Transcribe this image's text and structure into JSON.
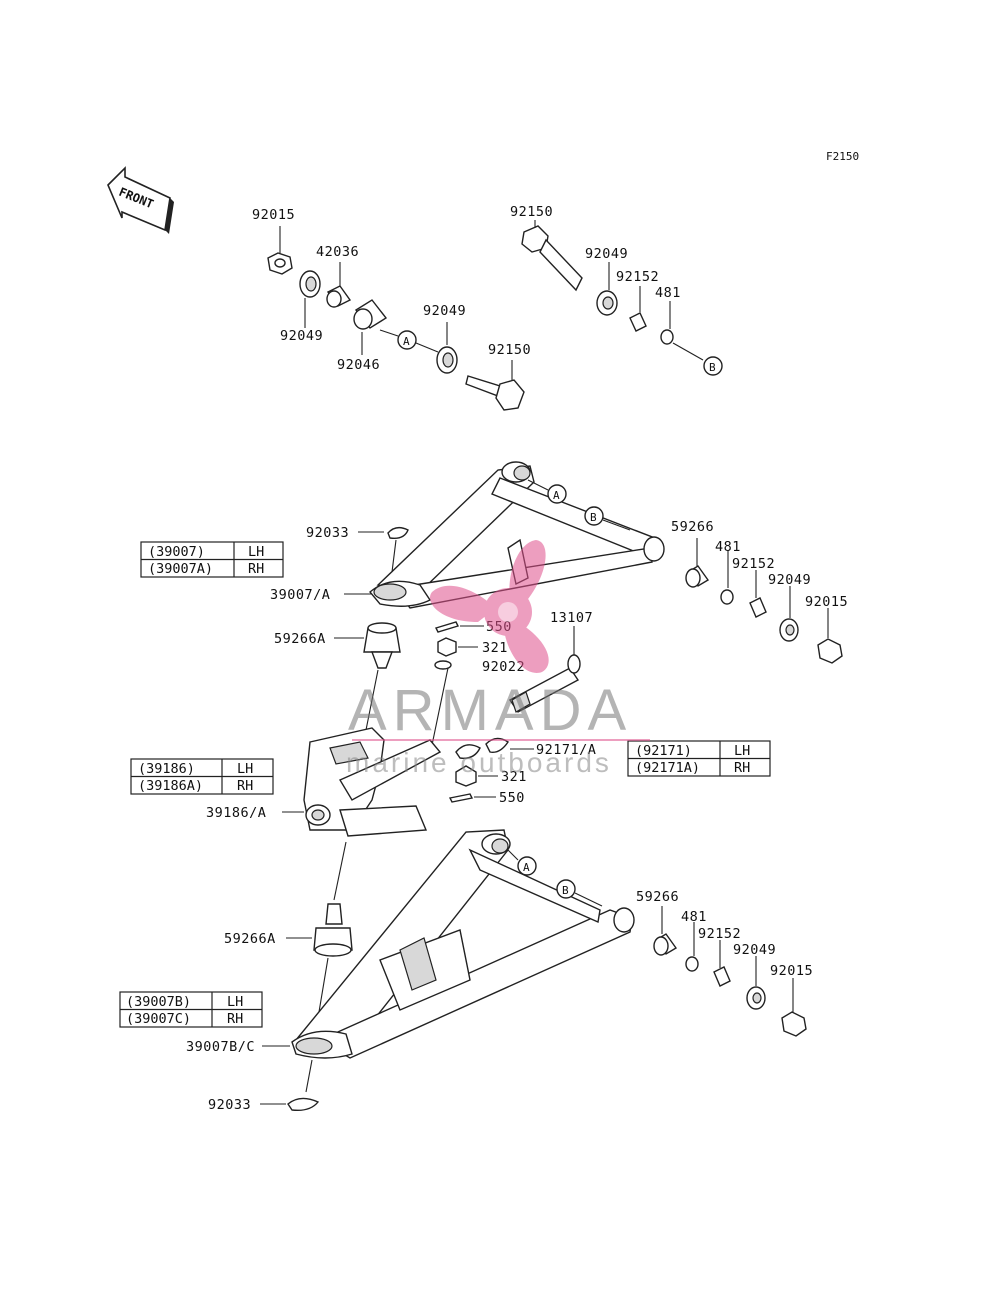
{
  "figure_code": "F2150",
  "front_arrow_label": "FRONT",
  "callouts": {
    "c_92015_top": "92015",
    "c_42036": "42036",
    "c_92049_a": "92049",
    "c_92046": "92046",
    "c_92049_b": "92049",
    "c_92150_a": "92150",
    "c_92150_b": "92150",
    "c_92049_c": "92049",
    "c_92152_top": "92152",
    "c_481_top": "481",
    "c_92033_top": "92033",
    "c_39007A": "39007/A",
    "c_59266A_top": "59266A",
    "c_550_top": "550",
    "c_321_top": "321",
    "c_92022": "92022",
    "c_13107": "13107",
    "c_59266_mid": "59266",
    "c_481_mid": "481",
    "c_92152_mid": "92152",
    "c_92049_mid": "92049",
    "c_92015_mid": "92015",
    "c_92171A": "92171/A",
    "c_321_bot": "321",
    "c_550_bot": "550",
    "c_39186A": "39186/A",
    "c_59266A_bot": "59266A",
    "c_39007BC": "39007B/C",
    "c_92033_bot": "92033",
    "c_59266_bot": "59266",
    "c_481_bot": "481",
    "c_92152_bot": "92152",
    "c_92049_bot": "92049",
    "c_92015_bot": "92015"
  },
  "ref_markers": {
    "a1": "A",
    "b1": "B",
    "a2": "A",
    "b2": "B",
    "a3": "A",
    "b3": "B"
  },
  "tables": {
    "upper_arm": [
      [
        "(39007)",
        "LH"
      ],
      [
        "(39007A)",
        "RH"
      ]
    ],
    "knuckle": [
      [
        "(39186)",
        "LH"
      ],
      [
        "(39186A)",
        "RH"
      ]
    ],
    "lower_arm": [
      [
        "(39007B)",
        "LH"
      ],
      [
        "(39007C)",
        "RH"
      ]
    ],
    "boot": [
      [
        "(92171)",
        "LH"
      ],
      [
        "(92171A)",
        "RH"
      ]
    ]
  },
  "watermark": {
    "brand": "ARMADA",
    "tagline": "marine outboards",
    "color": "#e0508c"
  }
}
